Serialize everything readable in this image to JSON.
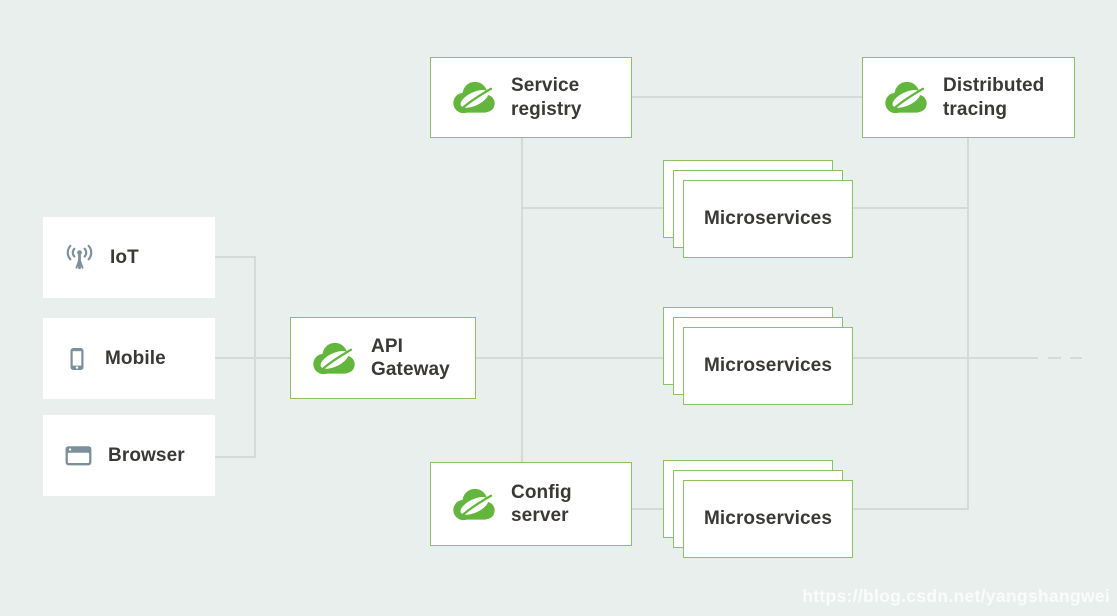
{
  "nodes": {
    "iot": {
      "label": "IoT"
    },
    "mobile": {
      "label": "Mobile"
    },
    "browser": {
      "label": "Browser"
    },
    "api_gateway": {
      "label": "API Gateway"
    },
    "service_registry": {
      "label": "Service registry"
    },
    "distributed_tracing": {
      "label": "Distributed tracing"
    },
    "config_server": {
      "label": "Config server"
    },
    "microservices_top": {
      "label": "Microservices"
    },
    "microservices_middle": {
      "label": "Microservices"
    },
    "microservices_bottom": {
      "label": "Microservices"
    }
  },
  "icons": {
    "iot": "antenna-icon",
    "mobile": "smartphone-icon",
    "browser": "browser-window-icon",
    "spring_boxes": "spring-cloud-logo"
  },
  "colors": {
    "background": "#e9efec",
    "node_border_green": "#8cc063",
    "spring_logo_green": "#62b63c",
    "connector_gray": "#d3dbd7",
    "label_text": "#3a3936",
    "client_icon_gray": "#7b909a"
  },
  "watermark": {
    "text": "https://blog.csdn.net/yangshangwei"
  }
}
